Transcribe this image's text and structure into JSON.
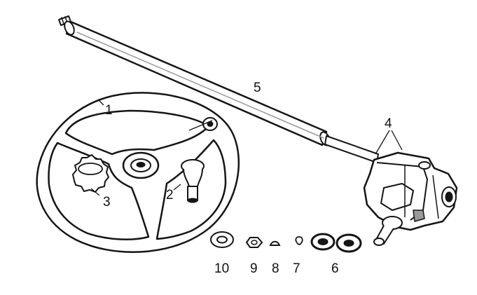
{
  "diagram": {
    "colors": {
      "ink": "#151515",
      "paper": "#ffffff",
      "shade": "#9a9a9a"
    },
    "callouts": {
      "steering_wheel": "1",
      "steering_wheel_cap": "2",
      "horn_button": "3",
      "steering_gear_box": "4",
      "steering_shaft": "5",
      "bearings": "6",
      "snap_ring": "7",
      "woodruff_key": "8",
      "hex_nut": "9",
      "washer": "10"
    }
  }
}
